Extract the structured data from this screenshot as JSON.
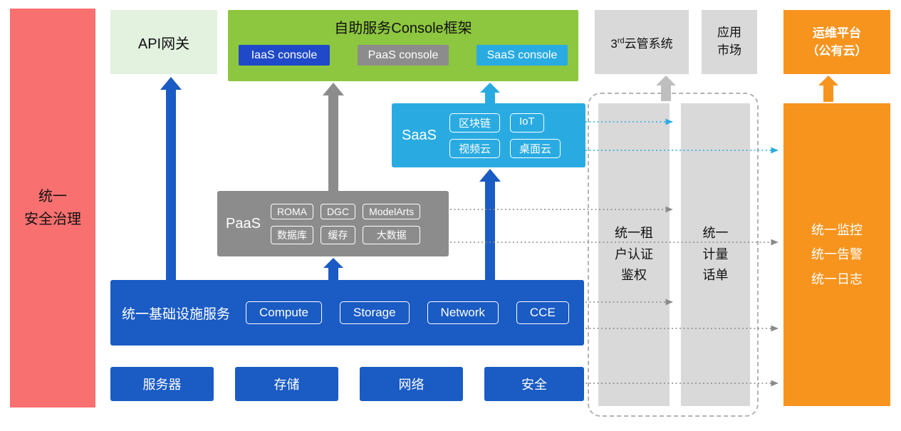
{
  "colors": {
    "red": "#F87070",
    "light_green": "#E3F1DF",
    "green": "#8DC63F",
    "blue": "#1A5BC4",
    "console_blue": "#1F49C8",
    "gray": "#8C8C8C",
    "light_gray": "#D9D9D9",
    "cyan": "#29ABE2",
    "orange": "#F7941E"
  },
  "security_bar": {
    "label": "统一\n安全治理"
  },
  "api_gateway": {
    "label": "API网关"
  },
  "console_framework": {
    "title": "自助服务Console框架",
    "consoles": [
      {
        "label": "IaaS console"
      },
      {
        "label": "PaaS console"
      },
      {
        "label": "SaaS console"
      }
    ]
  },
  "third_party_cloud": {
    "prefix": "3",
    "sup": "rd",
    "rest": "云管系统"
  },
  "app_market": {
    "label": "应用\n市场"
  },
  "om_platform": {
    "label": "运维平台\n（公有云）"
  },
  "saas": {
    "label": "SaaS",
    "items": [
      "区块链",
      "IoT",
      "视频云",
      "桌面云"
    ]
  },
  "paas": {
    "label": "PaaS",
    "items": [
      "ROMA",
      "DGC",
      "ModelArts",
      "数据库",
      "缓存",
      "大数据"
    ]
  },
  "infrastructure": {
    "label": "统一基础设施服务",
    "items": [
      "Compute",
      "Storage",
      "Network",
      "CCE"
    ]
  },
  "hardware": {
    "items": [
      "服务器",
      "存储",
      "网络",
      "安全"
    ]
  },
  "auth_bar": {
    "label": "统一租\n户认证\n鉴权"
  },
  "metering_bar": {
    "label": "统一\n计量\n话单"
  },
  "monitoring_bar": {
    "label": "统一监控\n统一告警\n统一日志"
  }
}
